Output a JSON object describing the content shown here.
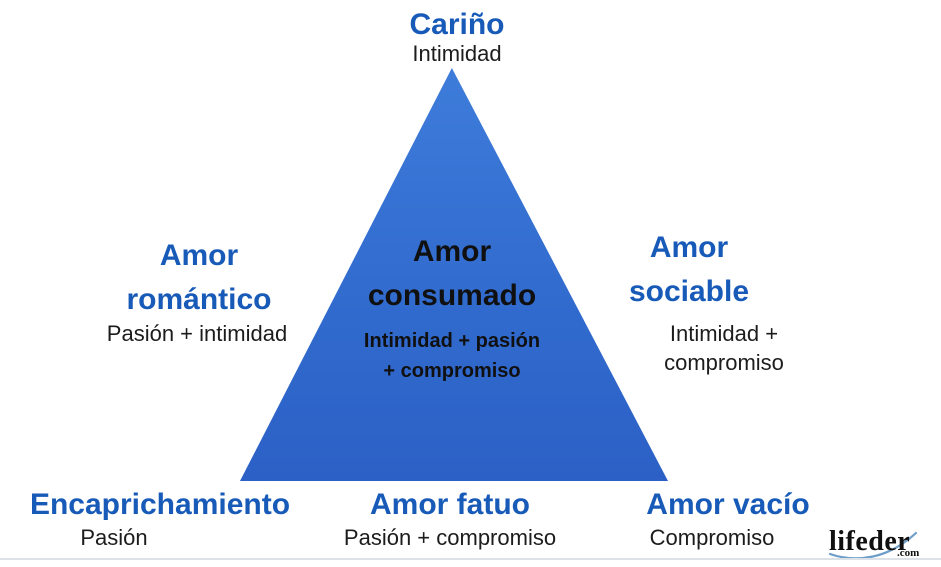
{
  "diagram": {
    "type": "triangular-theory-of-love",
    "triangle_color_top": "#3e7cda",
    "triangle_color_bottom": "#2c60c6",
    "title_blue": "#175ab8",
    "text_dark": "#1c1c1c",
    "bottom_rule_color": "#dde2e9"
  },
  "labels": {
    "top": {
      "title": "Cariño",
      "subtitle": "Intimidad"
    },
    "left": {
      "title": "Amor\nromántico",
      "subtitle": "Pasión + intimidad"
    },
    "center": {
      "title": "Amor\nconsumado",
      "subtitle": "Intimidad + pasión\n+ compromiso"
    },
    "right": {
      "title": "Amor\nsociable",
      "subtitle": "Intimidad + compromiso"
    },
    "bottom_left": {
      "title": "Encaprichamiento",
      "subtitle": "Pasión"
    },
    "bottom_center": {
      "title": "Amor fatuo",
      "subtitle": "Pasión + compromiso"
    },
    "bottom_right": {
      "title": "Amor vacío",
      "subtitle": "Compromiso"
    }
  },
  "logo": {
    "name": "lifeder",
    "tld": ".com"
  }
}
